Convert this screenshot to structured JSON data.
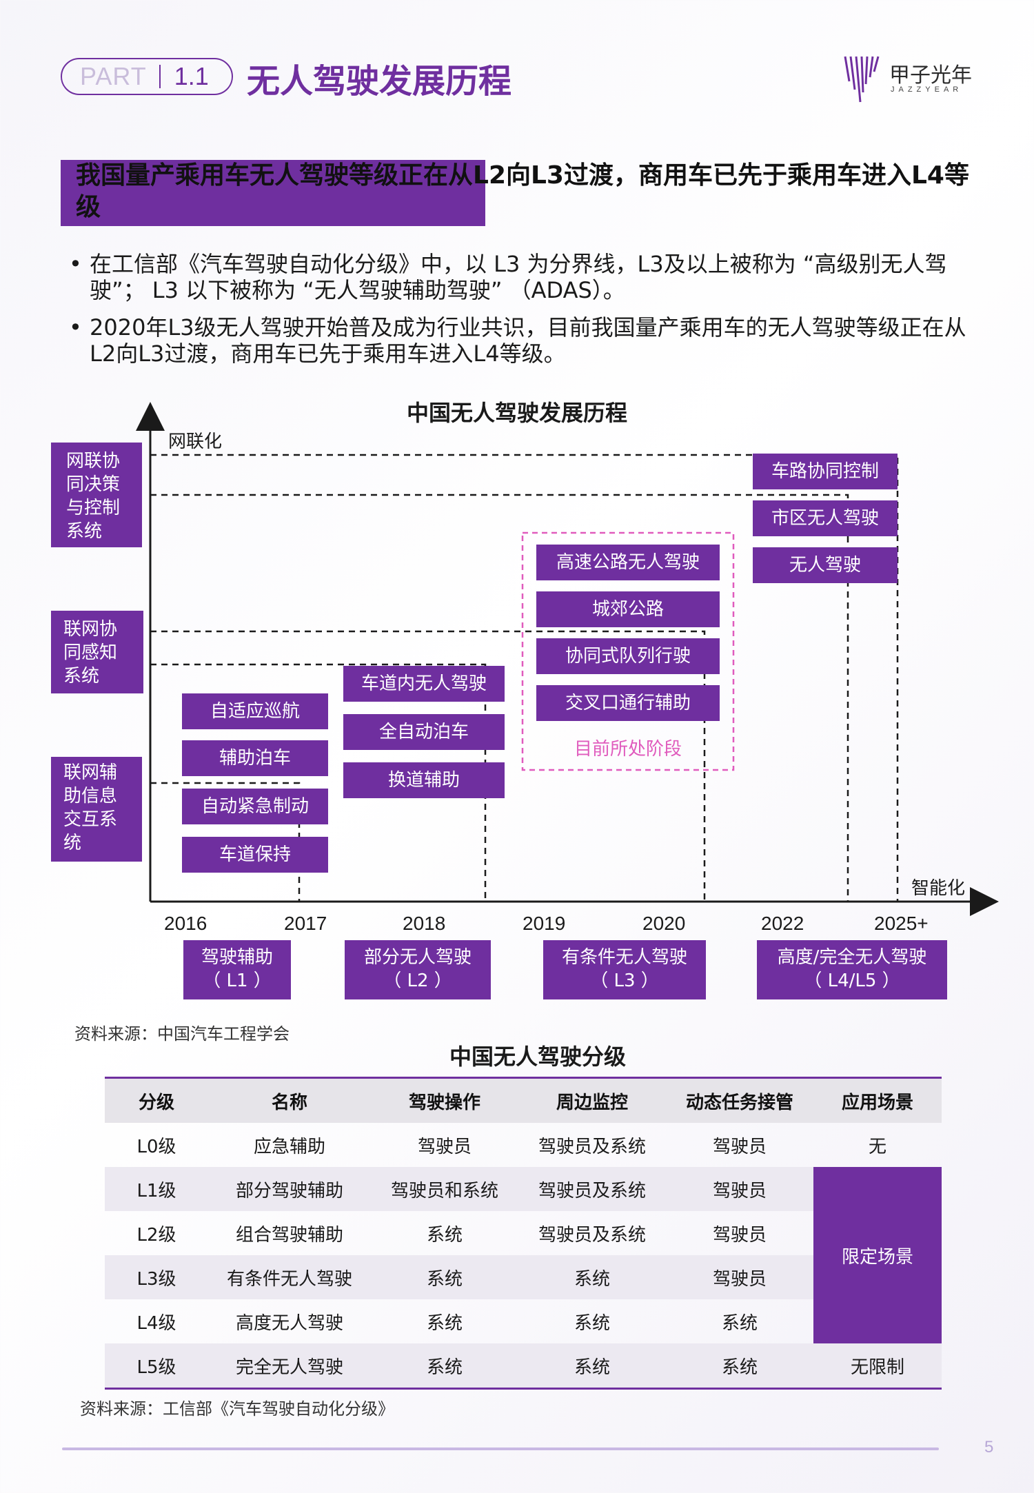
{
  "header": {
    "part_word": "PART",
    "part_num": "1.1",
    "title": "无人驾驶发展历程",
    "logo_cn": "甲子光年",
    "logo_en": "JAZZYEAR"
  },
  "headline": "我国量产乘用车无人驾驶等级正在从L2向L3过渡，商用车已先于乘用车进入L4等级",
  "bullets": [
    "在工信部《汽车驾驶自动化分级》中，以 L3 为分界线，L3及以上被称为 “高级别无人驾驶”； L3 以下被称为 “无人驾驶辅助驾驶” （ADAS）。",
    "2020年L3级无人驾驶开始普及成为行业共识，目前我国量产乘用车的无人驾驶等级正在从L2向L3过渡，商用车已先于乘用车进入L4等级。"
  ],
  "chart": {
    "title": "中国无人驾驶发展历程",
    "y_axis_label": "网联化",
    "x_axis_label": "智能化",
    "side_labels": [
      "网联协同决策与控制系统",
      "联网协同感知系统",
      "联网辅助信息交互系统"
    ],
    "years": [
      "2016",
      "2017",
      "2018",
      "2019",
      "2020",
      "2022",
      "2025+"
    ],
    "group_l1": [
      "自适应巡航",
      "辅助泊车",
      "自动紧急制动",
      "车道保持"
    ],
    "group_l2": [
      "车道内无人驾驶",
      "全自动泊车",
      "换道辅助"
    ],
    "group_l3": [
      "高速公路无人驾驶",
      "城郊公路",
      "协同式队列行驶",
      "交叉口通行辅助"
    ],
    "current_stage": "目前所处阶段",
    "group_l4": [
      "车路协同控制",
      "市区无人驾驶",
      "无人驾驶"
    ],
    "stages": [
      {
        "name": "驾驶辅助",
        "level": "（ L1 ）"
      },
      {
        "name": "部分无人驾驶",
        "level": "（ L2 ）"
      },
      {
        "name": "有条件无人驾驶",
        "level": "（ L3 ）"
      },
      {
        "name": "高度/完全无人驾驶",
        "level": "（ L4/L5 ）"
      }
    ],
    "source": "资料来源：中国汽车工程学会"
  },
  "table": {
    "title": "中国无人驾驶分级",
    "headers": [
      "分级",
      "名称",
      "驾驶操作",
      "周边监控",
      "动态任务接管",
      "应用场景"
    ],
    "rows": [
      [
        "L0级",
        "应急辅助",
        "驾驶员",
        "驾驶员及系统",
        "驾驶员",
        "无"
      ],
      [
        "L1级",
        "部分驾驶辅助",
        "驾驶员和系统",
        "驾驶员及系统",
        "驾驶员",
        ""
      ],
      [
        "L2级",
        "组合驾驶辅助",
        "系统",
        "驾驶员及系统",
        "驾驶员",
        ""
      ],
      [
        "L3级",
        "有条件无人驾驶",
        "系统",
        "系统",
        "驾驶员",
        ""
      ],
      [
        "L4级",
        "高度无人驾驶",
        "系统",
        "系统",
        "系统",
        ""
      ],
      [
        "L5级",
        "完全无人驾驶",
        "系统",
        "系统",
        "系统",
        "无限制"
      ]
    ],
    "merged_scene": "限定场景",
    "source": "资料来源：工信部《汽车驾驶自动化分级》"
  },
  "page_number": "5",
  "colors": {
    "brand": "#6f2f9f",
    "current_stage": "#e05bbd"
  }
}
